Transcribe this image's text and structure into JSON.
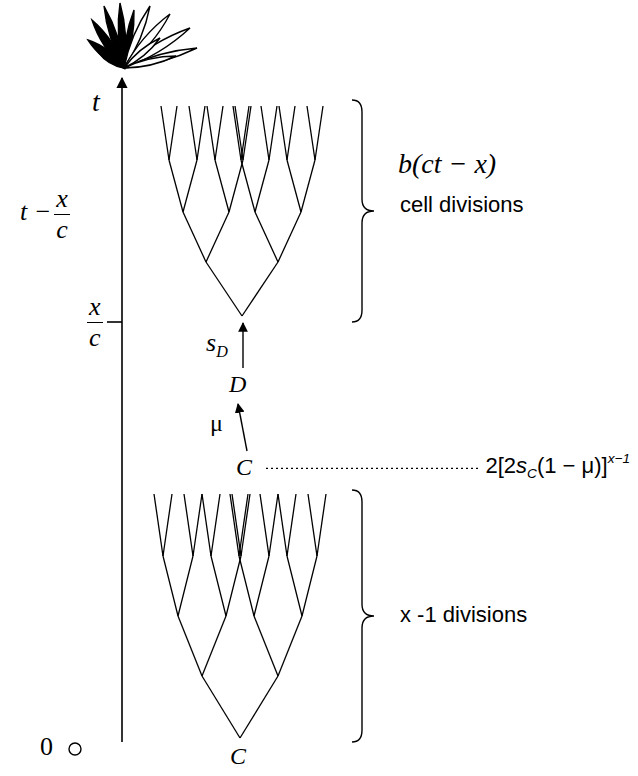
{
  "diagram": {
    "labels": [
      "t",
      "t −",
      "x",
      "c",
      "x",
      "c",
      "0",
      "b(ct − x)",
      "cell divisions",
      "s",
      "D",
      "D",
      "μ",
      "C",
      "2[2",
      "s",
      "C",
      "(1 − μ)]",
      "x−1",
      "x -1 divisions",
      "C"
    ]
  }
}
